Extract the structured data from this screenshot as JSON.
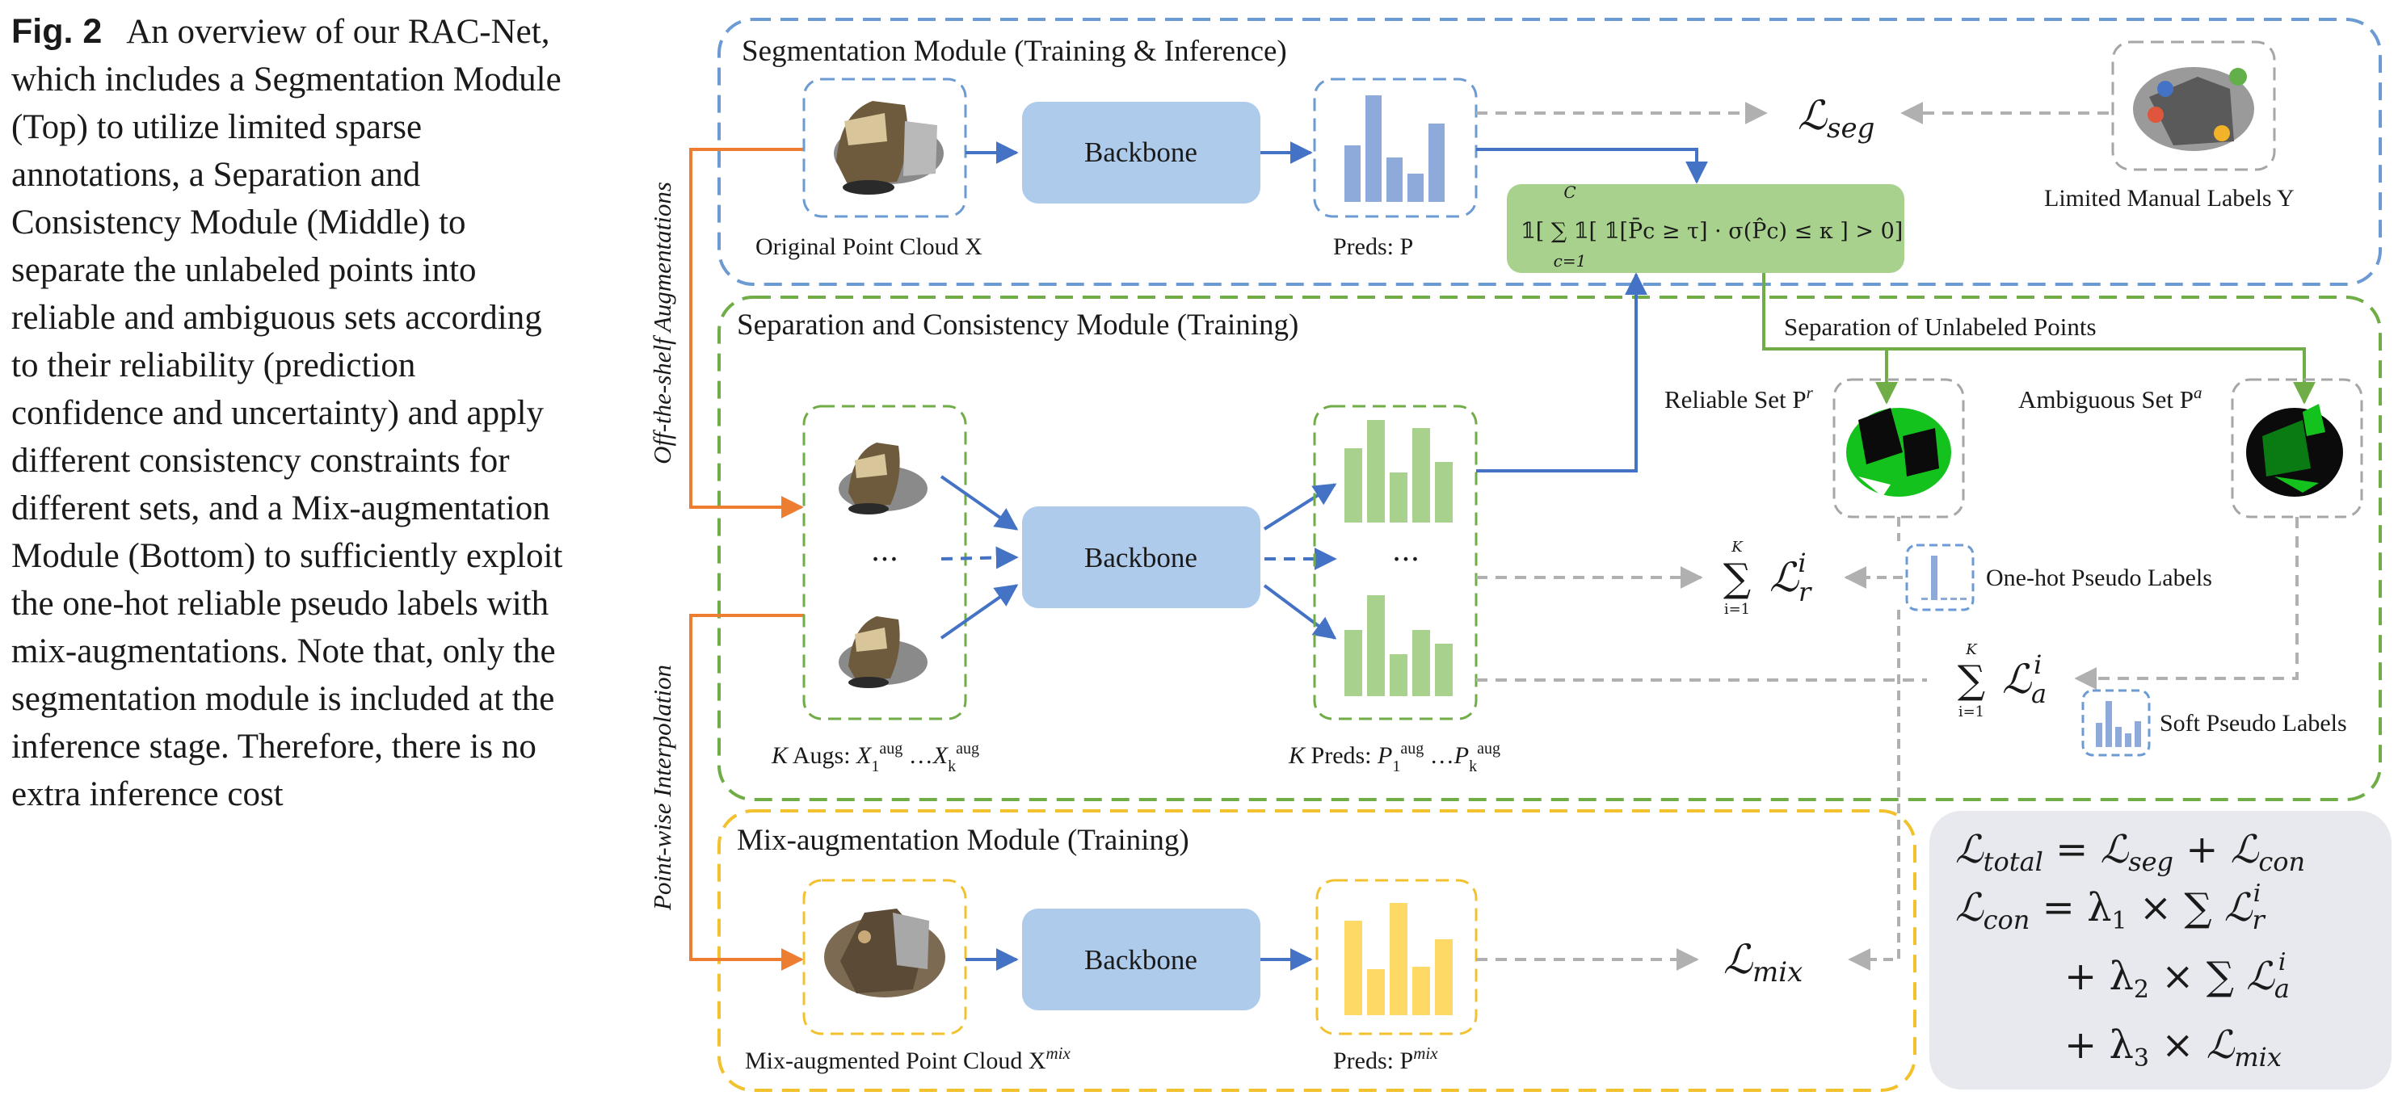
{
  "caption": {
    "fig_label": "Fig. 2",
    "text": "An overview of our RAC-Net, which includes a Segmentation Module (Top) to utilize limited sparse annotations, a Separation and Consistency Module (Middle) to separate the unlabeled points into reliable and ambiguous sets according to their reliability (prediction confidence and uncertainty) and apply different consistency constraints for different sets, and a Mix-augmentation Module (Bottom) to sufficiently exploit the one-hot reliable pseudo labels with mix-augmentations. Note that, only the segmentation module is included at the inference stage. Therefore, there is no extra inference cost"
  },
  "diagram": {
    "colors": {
      "blue_module": "#6b9bd2",
      "green_module": "#70ad47",
      "yellow_module": "#f2c12e",
      "backbone_fill": "#aecbeb",
      "orange_arrow": "#ed7d31",
      "arrow_blue": "#4472c4",
      "bar_blue": "#8eaadb",
      "bar_green": "#a9d18e",
      "bar_yellow": "#ffd966",
      "formula_fill": "#a9d18e",
      "loss_panel_fill": "#e7e9ee"
    },
    "seg_module": {
      "title": "Segmentation Module (Training & Inference)",
      "input_label": "Original Point Cloud X",
      "backbone": "Backbone",
      "pred_label": "Preds: P",
      "loss": "ℒseg",
      "manual_label": "Limited Manual Labels Y"
    },
    "formula": "𝟙[ ∑ 𝟙[ 𝟙[P̄c ≥ τ] · σ(P̂c) ≤ κ ] > 0]",
    "formula_sum_top": "C",
    "formula_sum_bottom": "c=1",
    "side_labels": {
      "aug": "Off-the-shelf Augmentations",
      "interp": "Point-wise Interpolation"
    },
    "sc_module": {
      "title": "Separation and Consistency Module (Training)",
      "separation_label": "Separation of Unlabeled Points",
      "reliable_label": "Reliable Set P",
      "reliable_sup": "r",
      "ambiguous_label": "Ambiguous Set P",
      "ambiguous_sup": "a",
      "dots": "···",
      "backbone": "Backbone",
      "augs_label": "K Augs: X",
      "preds_label": "K Preds: P",
      "onehot_label": "One-hot Pseudo Labels",
      "soft_label": "Soft Pseudo Labels",
      "loss_r": "ℒ",
      "loss_r_sub": "r",
      "loss_a": "ℒ",
      "loss_a_sub": "a",
      "loss_sup": "i",
      "sum_top": "K",
      "sum_bottom": "i=1"
    },
    "mix_module": {
      "title": "Mix-augmentation Module (Training)",
      "input_label": "Mix-augmented Point Cloud X",
      "input_sup": "mix",
      "backbone": "Backbone",
      "pred_label": "Preds: P",
      "pred_sup": "mix",
      "loss": "ℒmix"
    },
    "loss_panel": {
      "line1": "ℒtotal = ℒseg + ℒcon",
      "line2": "ℒcon = λ1 × ∑ ℒr",
      "line3": "+ λ2 × ∑ ℒa",
      "line4": "+ λ3 × ℒmix"
    }
  }
}
